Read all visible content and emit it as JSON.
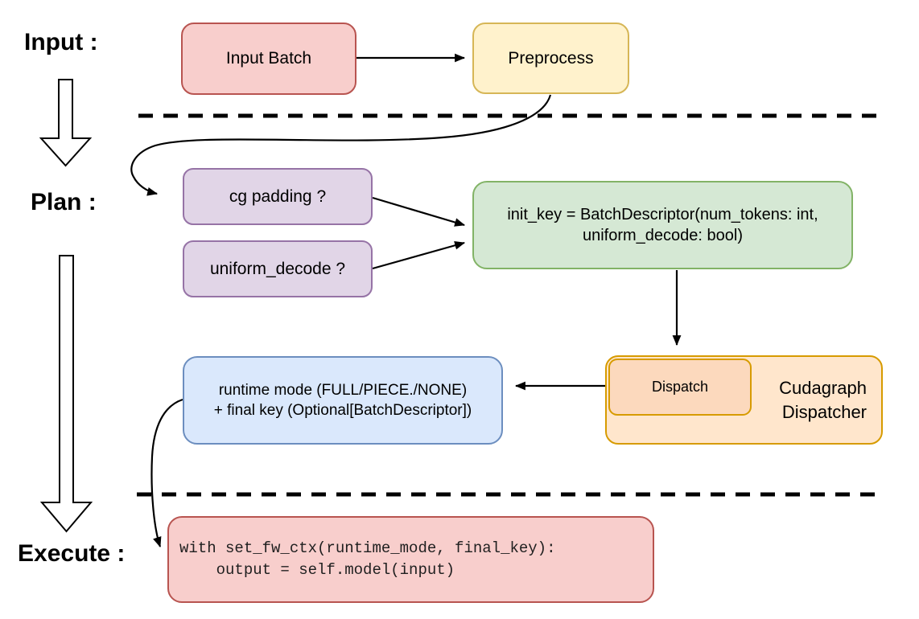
{
  "diagram": {
    "stage_labels": {
      "input": "Input :",
      "plan": "Plan :",
      "execute": "Execute :"
    },
    "nodes": {
      "input_batch": {
        "label": "Input Batch",
        "fill": "#f8cecc",
        "border": "#b85450"
      },
      "preprocess": {
        "label": "Preprocess",
        "fill": "#fff2cc",
        "border": "#d6b656"
      },
      "cg_padding": {
        "label": "cg padding ?",
        "fill": "#e1d5e7",
        "border": "#9673a6"
      },
      "uniform_decode": {
        "label": "uniform_decode ?",
        "fill": "#e1d5e7",
        "border": "#9673a6"
      },
      "init_key": {
        "line1": "init_key = BatchDescriptor(num_tokens: int,",
        "line2": "uniform_decode: bool)",
        "fill": "#d5e8d4",
        "border": "#82b366"
      },
      "dispatch": {
        "label": "Dispatch",
        "fill": "#fcd9bd",
        "border": "#d79b00"
      },
      "cudagraph_dispatcher": {
        "line1": "Cudagraph",
        "line2": "Dispatcher",
        "fill": "#ffe6cc",
        "border": "#d79b00"
      },
      "runtime_mode": {
        "line1": "runtime mode (FULL/PIECE./NONE)",
        "line2": "+ final key (Optional[BatchDescriptor])",
        "fill": "#dae8fc",
        "border": "#6c8ebf"
      },
      "execute_code": {
        "line1": "with set_fw_ctx(runtime_mode, final_key):",
        "line2": "    output = self.model(input)",
        "fill": "#f8cecc",
        "border": "#b85450"
      }
    },
    "connector_color": "#000000"
  }
}
